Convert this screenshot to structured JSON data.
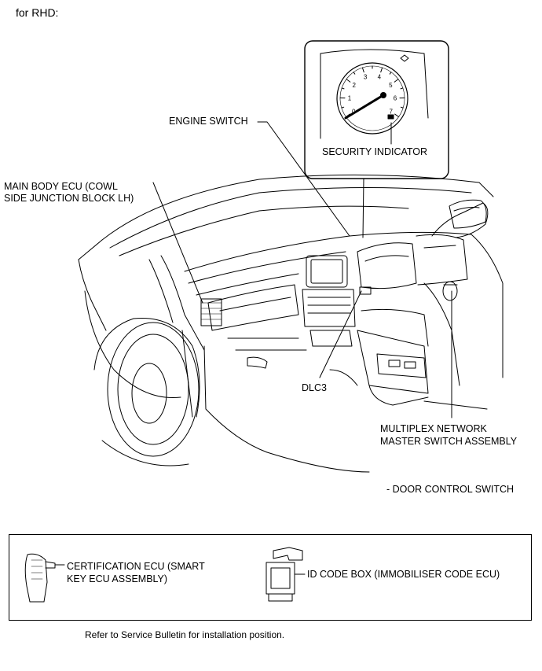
{
  "header": {
    "text": "for RHD:"
  },
  "gauge": {
    "numerals": [
      "0",
      "1",
      "2",
      "3",
      "4",
      "5",
      "6",
      "7"
    ]
  },
  "labels": {
    "engine_switch": "ENGINE SWITCH",
    "security_indicator": "SECURITY INDICATOR",
    "main_body_ecu_line1": "MAIN BODY ECU (COWL",
    "main_body_ecu_line2": "SIDE JUNCTION BLOCK LH)",
    "dlc3": "DLC3",
    "multiplex_line1": "MULTIPLEX NETWORK",
    "multiplex_line2": "MASTER SWITCH ASSEMBLY",
    "door_control_switch": "- DOOR CONTROL SWITCH"
  },
  "legend": {
    "certification_line1": "CERTIFICATION ECU (SMART",
    "certification_line2": "KEY ECU ASSEMBLY)",
    "id_code_box": "ID CODE BOX (IMMOBILISER CODE ECU)"
  },
  "footer": {
    "note": "Refer to Service Bulletin for installation position."
  }
}
